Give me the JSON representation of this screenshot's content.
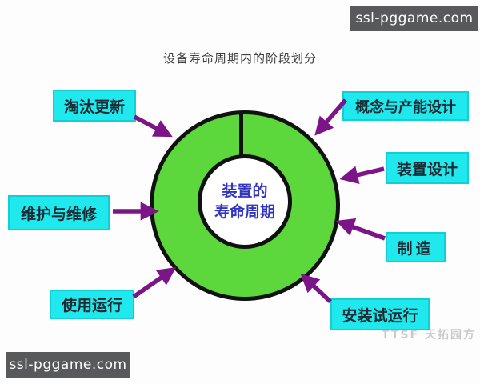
{
  "title": "设备寿命周期内的阶段划分",
  "watermarks": {
    "top_right": "ssl-pggame.com",
    "bottom_left": "ssl-pggame.com",
    "faint_logo": "TTSF 天拓园方"
  },
  "center_circle": {
    "line1": "装置的",
    "line2": "寿命周期"
  },
  "labels": [
    {
      "id": "obsolete-renewal",
      "text": "淘汰更新"
    },
    {
      "id": "concept-capacity-design",
      "text": "概念与产能设计"
    },
    {
      "id": "plant-design",
      "text": "装置设计"
    },
    {
      "id": "manufacturing",
      "text": "制造"
    },
    {
      "id": "installation-trial-run",
      "text": "安装试运行"
    },
    {
      "id": "usage-operation",
      "text": "使用运行"
    },
    {
      "id": "maintenance-repair",
      "text": "维护与维修"
    }
  ],
  "colors": {
    "ring_fill": "#5cd83c",
    "ring_border": "#111111",
    "label_fill": "#1fe9ed",
    "label_text": "#1b2a33",
    "arrow": "#7c1587",
    "center_text": "#3136c2",
    "watermark_bg": "#58595b",
    "title_text": "#3f3f3f"
  }
}
